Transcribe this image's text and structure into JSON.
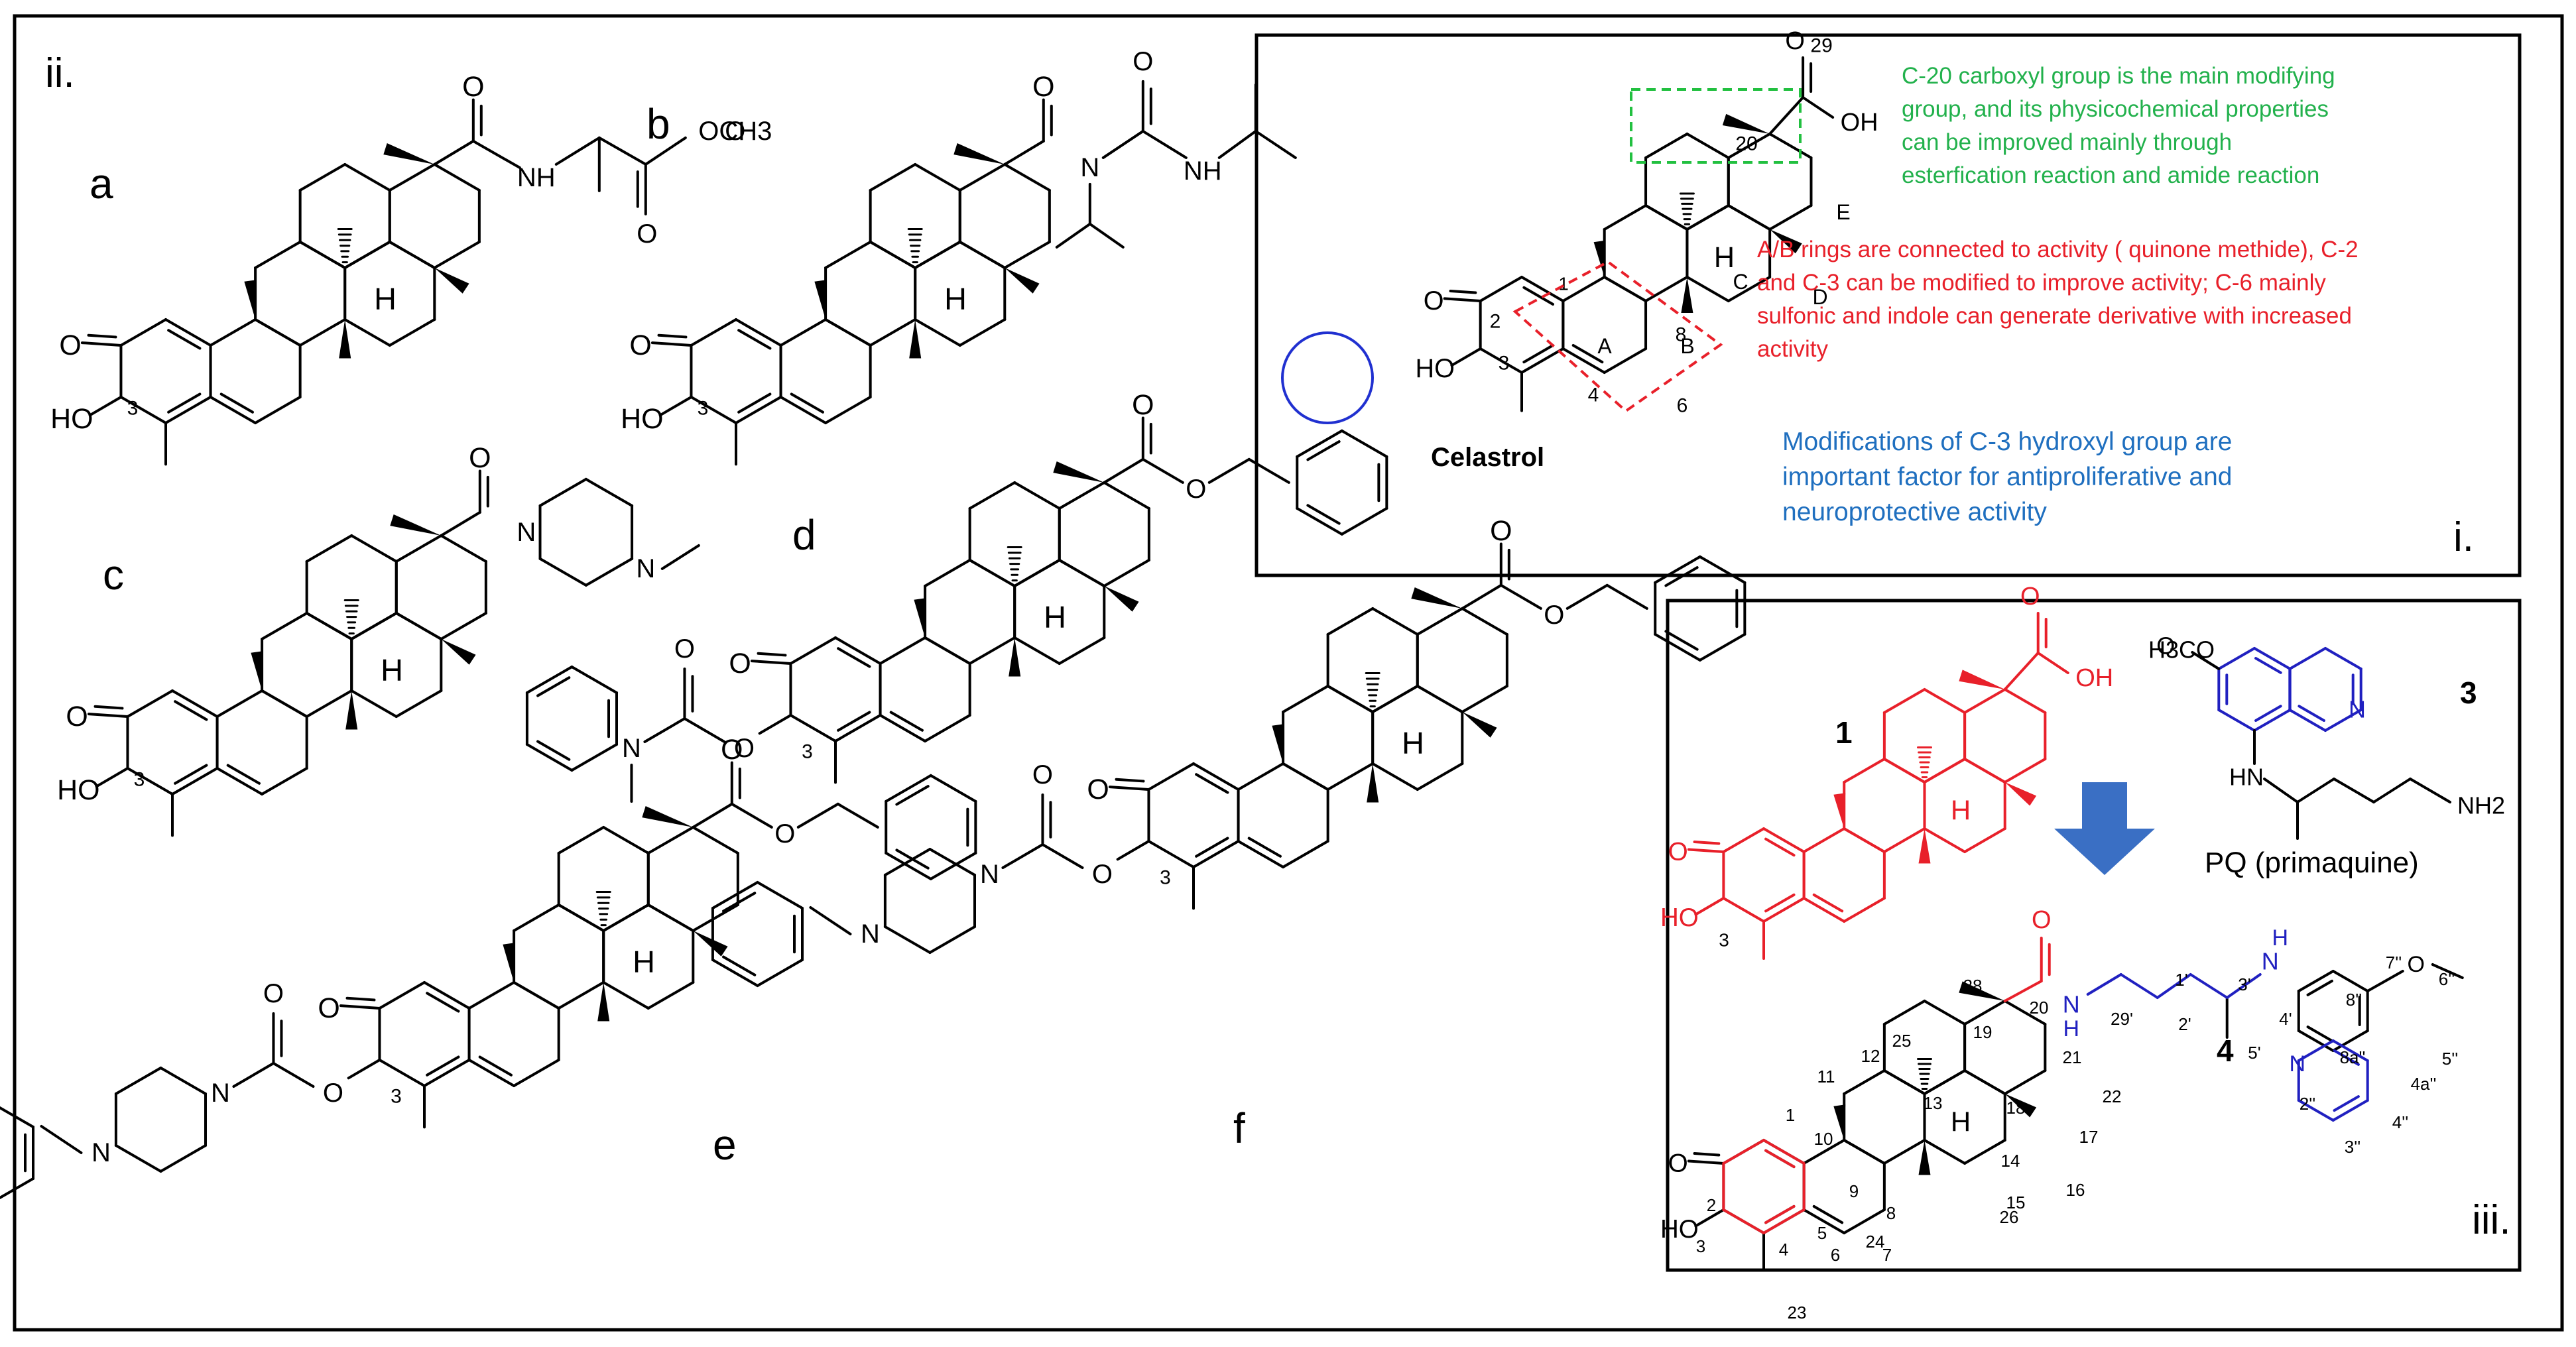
{
  "panels": {
    "ii": {
      "label": "ii.",
      "compounds": [
        {
          "letter": "a",
          "substituent": "NH-CH(CH3)-C(=O)OCH3 amide",
          "ocH3": "OCH3"
        },
        {
          "letter": "b",
          "substituent": "N-isopropyl carbamoyl urea amide"
        },
        {
          "letter": "c",
          "substituent": "4-methylpiperazine amide"
        },
        {
          "letter": "d",
          "substituent": "benzyl ester, C-3 N-methyl-N-phenyl carbamate"
        },
        {
          "letter": "e",
          "substituent": "benzyl ester, C-3 4-benzylpiperazine carbamate"
        },
        {
          "letter": "f",
          "substituent": "benzyl ester, C-3 4-benzylpiperazine carbamate"
        }
      ],
      "atom_labels": {
        "ho": "HO",
        "o": "O",
        "h": "H",
        "n": "N",
        "pos3": "3",
        "nh": "H",
        "och3": "OCH"
      }
    },
    "i": {
      "label": "i.",
      "compound_name": "Celastrol",
      "atom_labels": {
        "ho": "HO",
        "oh": "OH",
        "o": "O",
        "h": "H",
        "n1": "1",
        "n2": "2",
        "n3": "3",
        "n4": "4",
        "n6": "6",
        "n8": "8",
        "n20": "20",
        "n29": "29",
        "ringA": "A",
        "ringB": "B",
        "ringC": "C",
        "ringD": "D",
        "ringE": "E"
      },
      "notes": {
        "green": [
          "C-20 carboxyl group is the main modifying",
          "group,  and its physicochemical properties",
          "can be improved mainly through",
          "esterfication reaction and amide reaction"
        ],
        "red": [
          "A/B rings are connected to activity ( quinone methide), C-2",
          "and C-3 can be modified to improve activity; C-6 mainly",
          "sulfonic and indole can generate derivative with increased",
          "activity"
        ],
        "blue": [
          "Modifications of C-3 hydroxyl group are",
          "important factor for antiproliferative and",
          "neuroprotective activity"
        ]
      }
    },
    "iii": {
      "label": "iii.",
      "compound1": "1",
      "compound3": "3",
      "compound4": "4",
      "pq_label": "PQ (primaquine)",
      "atom_labels": {
        "h3co": "H",
        "oh": "OH",
        "ho": "HO",
        "o": "O",
        "h": "H",
        "n": "N",
        "hn": "HN",
        "nh2": "NH",
        "nh": "N",
        "n1": "1",
        "n2": "2",
        "n3": "3",
        "n4": "4",
        "n5": "5",
        "n6": "6",
        "n7": "7",
        "n8": "8",
        "n9": "9",
        "n10": "10",
        "n11": "11",
        "n12": "12",
        "n13": "13",
        "n14": "14",
        "n15": "15",
        "n16": "16",
        "n17": "17",
        "n18": "18",
        "n19": "19",
        "n20": "20",
        "n21": "21",
        "n22": "22",
        "n23": "23",
        "n24": "24",
        "n25": "25",
        "n26": "26",
        "n28": "28",
        "n29": "29'",
        "p1": "1'",
        "p2": "2'",
        "p3": "3'",
        "p4": "4'",
        "p5": "5'",
        "q2": "2''",
        "q3": "3''",
        "q4": "4''",
        "q4a": "4a''",
        "q5": "5''",
        "q6": "6''",
        "q7": "7''",
        "q8": "8''",
        "q8a": "8a''"
      }
    }
  },
  "colors": {
    "frame": "#000000",
    "celastrol_red": "#e8202a",
    "primaquine_blue": "#2020c0",
    "note_green": "#22b14c",
    "note_red": "#e8202a",
    "note_blue": "#1f6fbf",
    "arrow_blue": "#3a6fc4",
    "dashed_green": "#22c040",
    "dashed_red": "#e8202a",
    "circle_blue": "#2030d0"
  }
}
